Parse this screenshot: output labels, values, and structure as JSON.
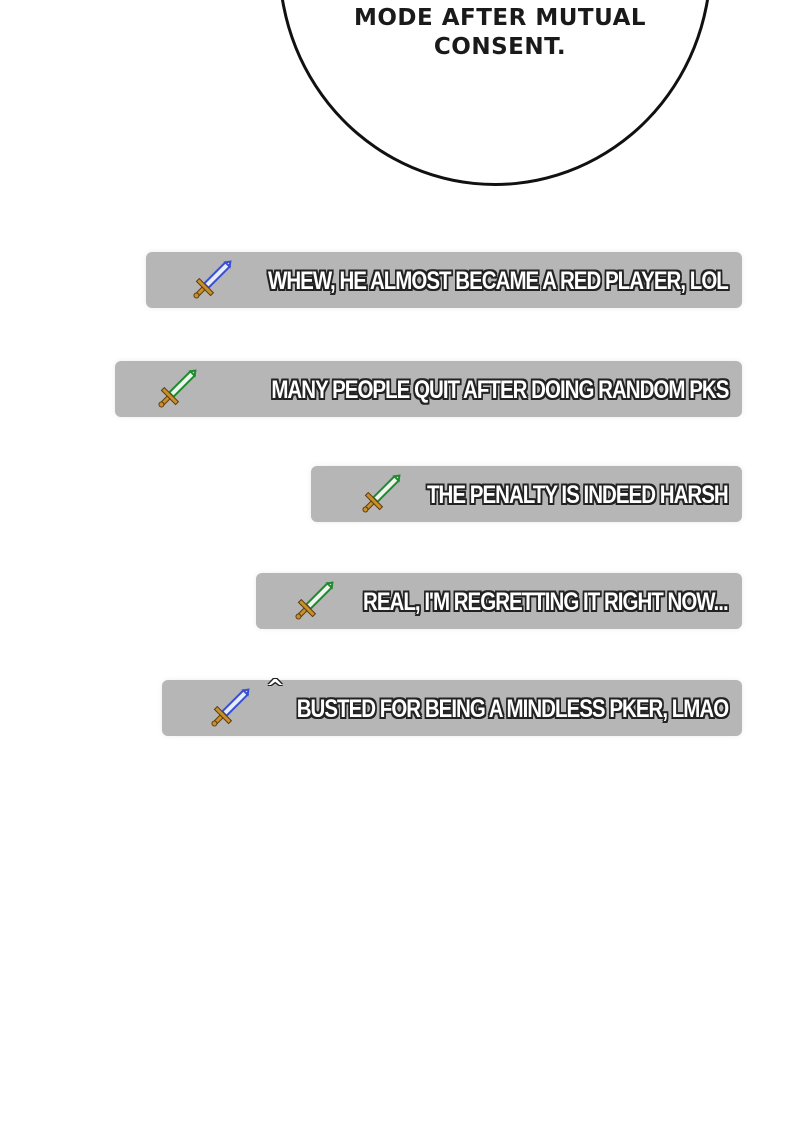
{
  "speech_bubble": {
    "lines": [
      "MODE AFTER MUTUAL",
      "CONSENT."
    ]
  },
  "chat": {
    "messages": [
      {
        "text": "WHEW, HE ALMOST BECAME A RED PLAYER, LOL",
        "icon": "blue-sword-icon"
      },
      {
        "text": "MANY PEOPLE QUIT AFTER DOING RANDOM PKS",
        "icon": "green-sword-icon"
      },
      {
        "text": "THE PENALTY IS INDEED HARSH",
        "icon": "green-sword-icon"
      },
      {
        "text": "REAL, I'M REGRETTING IT RIGHT NOW...",
        "icon": "green-sword-icon"
      },
      {
        "text": "BUSTED FOR BEING A MINDLESS PKER, LMAO",
        "icon": "blue-sword-icon",
        "prefix": "^"
      }
    ]
  },
  "colors": {
    "chat_bar": "#b6b6b6",
    "blue_sword": "#3a4fd0",
    "green_sword": "#1f8a2e",
    "hilt": "#c9902a"
  }
}
